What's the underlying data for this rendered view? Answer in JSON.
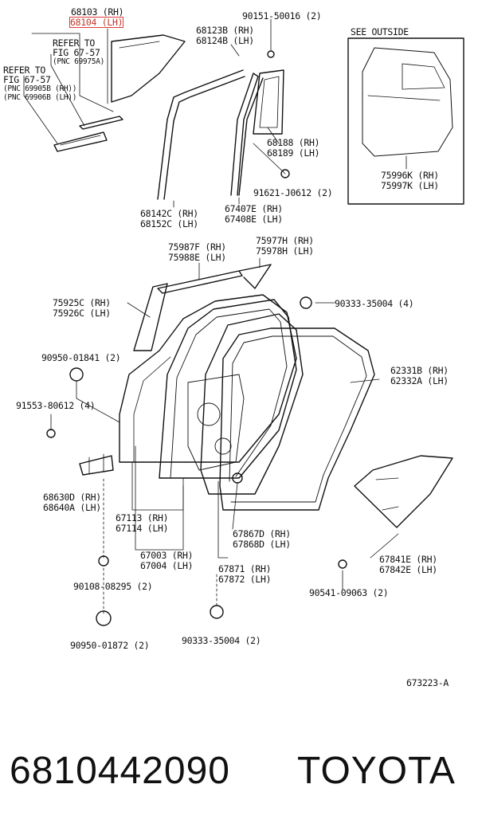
{
  "diagram": {
    "labels": {
      "p68103": "68103 (RH)",
      "p68104": "68104 (LH)",
      "refer1_a": "REFER TO",
      "refer1_b": "FIG 67-57",
      "refer1_c": "(PNC 69975A)",
      "refer2_a": "REFER TO",
      "refer2_b": "FIG 67-57",
      "refer2_c": "(PNC 69905B (RH))",
      "refer2_d": "(PNC 69906B (LH))",
      "p90151": "90151-50016 (2)",
      "p68123": "68123B (RH)",
      "p68124": "68124B (LH)",
      "p68188": "68188 (RH)",
      "p68189": "68189 (LH)",
      "p91621": "91621-J0612 (2)",
      "p68142": "68142C (RH)",
      "p68152": "68152C (LH)",
      "p67407": "67407E (RH)",
      "p67408": "67408E (LH)",
      "see_outside": "SEE OUTSIDE",
      "p75996": "75996K (RH)",
      "p75997": "75997K (LH)",
      "p75987": "75987F (RH)",
      "p75988": "75988E (LH)",
      "p75977": "75977H (RH)",
      "p75978": "75978H (LH)",
      "p75925": "75925C (RH)",
      "p75926": "75926C (LH)",
      "p90333a": "90333-35004 (4)",
      "p90950a": "90950-01841 (2)",
      "p62331": "62331B (RH)",
      "p62332": "62332A (LH)",
      "p91553": "91553-80612 (4)",
      "p68630": "68630D (RH)",
      "p68640": "68640A (LH)",
      "p67113": "67113 (RH)",
      "p67114": "67114 (LH)",
      "p67867": "67867D (RH)",
      "p67868": "67868D (LH)",
      "p67841": "67841E (RH)",
      "p67842": "67842E (LH)",
      "p67003": "67003 (RH)",
      "p67004": "67004 (LH)",
      "p67871": "67871 (RH)",
      "p67872": "67872 (LH)",
      "p90108": "90108-08295 (2)",
      "p90541": "90541-09063 (2)",
      "p90950b": "90950-01872 (2)",
      "p90333b": "90333-35004 (2)",
      "fig_code": "673223-A"
    },
    "highlight_color": "#e23b3b"
  },
  "footer": {
    "part_number": "6810442090",
    "brand": "TOYOTA"
  }
}
